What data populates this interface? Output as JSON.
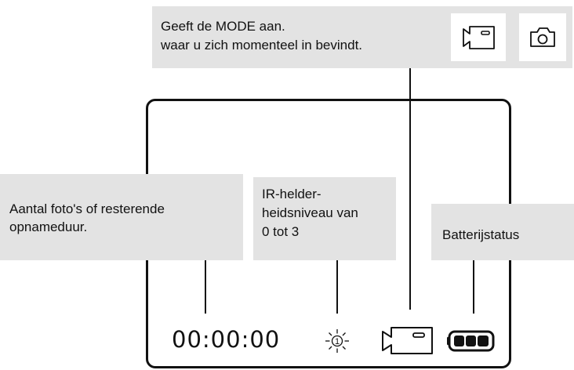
{
  "mode_callout": {
    "line1": "Geeft de MODE aan.",
    "line2": "waar u zich momenteel in bevindt.",
    "icons": [
      "video-camera-icon",
      "photo-camera-icon"
    ]
  },
  "count_callout": {
    "line1": "Aantal foto's of resterende",
    "line2": "opnameduur."
  },
  "ir_callout": {
    "line1": "IR-helder-",
    "line2": "heidsniveau van",
    "line3": "0 tot 3"
  },
  "battery_callout": {
    "label": "Batterijstatus"
  },
  "display": {
    "timer": "00:00:00",
    "ir_level": "1",
    "mode_icon": "video-camera-icon",
    "battery_icon": "battery-full-icon"
  }
}
